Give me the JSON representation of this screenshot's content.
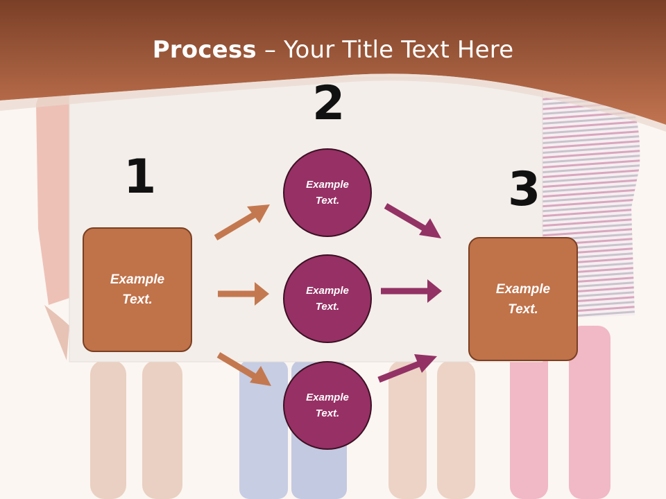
{
  "slide": {
    "title_bold": "Process",
    "title_rest": " – Your Title Text Here",
    "colors": {
      "header": "#b9694a",
      "box_fill": "#c07249",
      "circle_fill": "#973065",
      "arrow_orange": "#c4784f",
      "arrow_purple": "#933264"
    }
  },
  "diagram": {
    "step_numbers": [
      "1",
      "2",
      "3"
    ],
    "start_box": {
      "text": "Example\nText."
    },
    "circles": [
      {
        "text": "Example\nText."
      },
      {
        "text": "Example\nText."
      },
      {
        "text": "Example\nText."
      }
    ],
    "end_box": {
      "text": "Example\nText."
    }
  }
}
